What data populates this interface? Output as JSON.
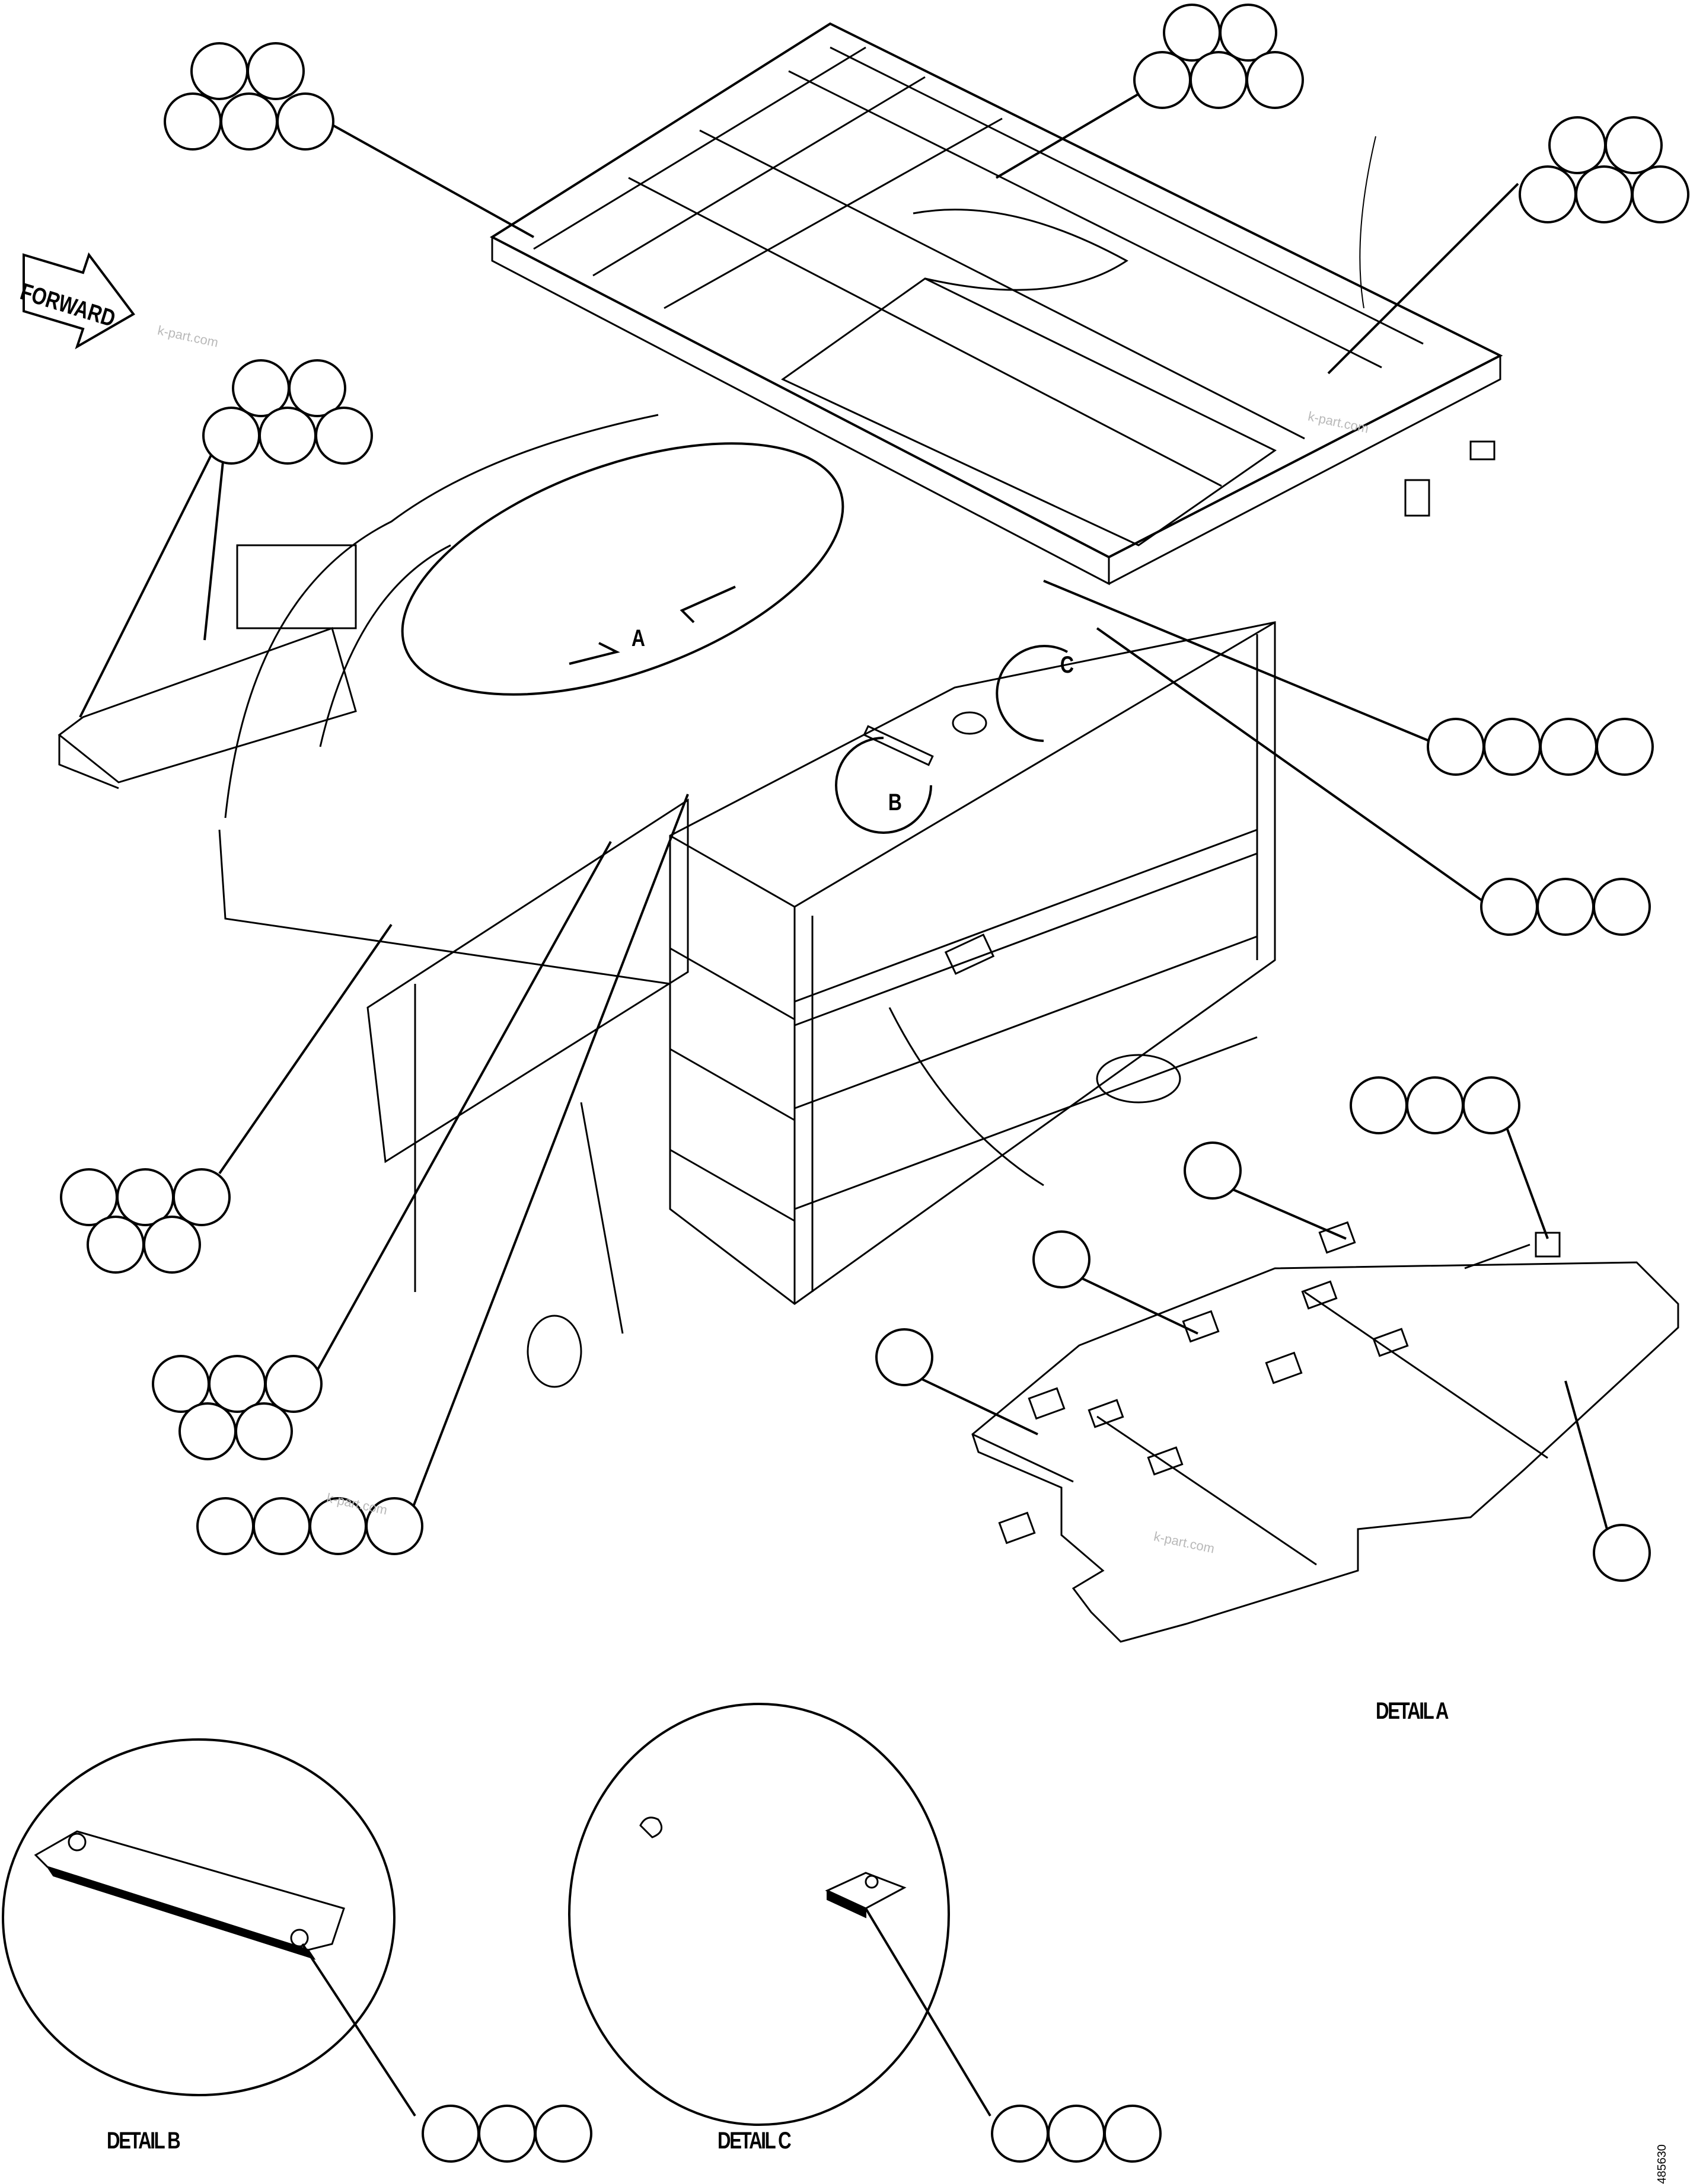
{
  "forward_label": "FORWARD",
  "detail_labels": {
    "detail_a": "DETAIL A",
    "detail_b": "DETAIL B",
    "detail_c": "DETAIL C"
  },
  "view_letters": [
    "A",
    "B",
    "C"
  ],
  "watermarks": [
    "k-part.com",
    "k-part.com",
    "k-part.com",
    "k-part.com"
  ],
  "drawing_number": "485630"
}
